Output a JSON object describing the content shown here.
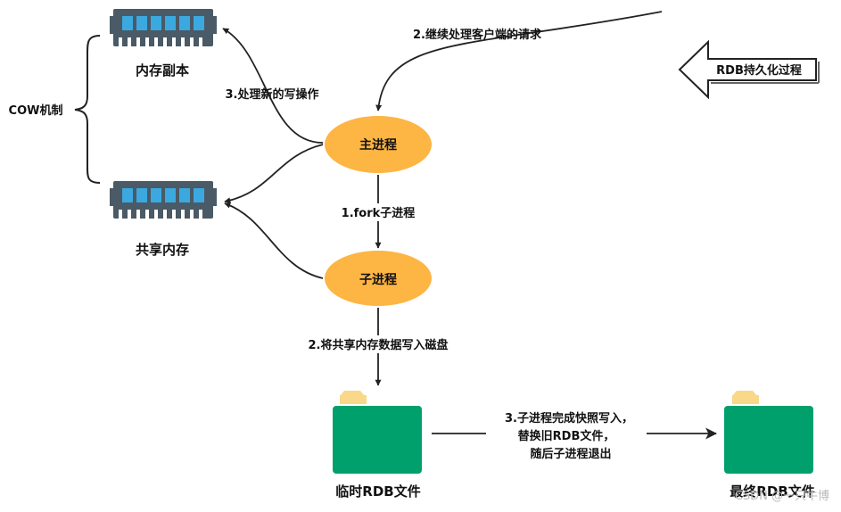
{
  "nodes": {
    "memory_copy": "内存副本",
    "shared_memory": "共享内存",
    "main_process": "主进程",
    "child_process": "子进程",
    "temp_rdb": "临时RDB文件",
    "final_rdb": "最终RDB文件"
  },
  "labels": {
    "cow": "COW机制",
    "rdb_persist": "RDB持久化过程",
    "continue_requests": "2.继续处理客户端的请求",
    "new_writes": "3.处理新的写操作",
    "fork": "1.fork子进程",
    "write_disk": "2.将共享内存数据写入磁盘",
    "finish_line1": "3.子进程完成快照写入，",
    "finish_line2": "替换旧RDB文件，",
    "finish_line3": "随后子进程退出"
  },
  "watermark": "CSDN @一只牛博",
  "colors": {
    "process_fill": "#FDB543",
    "folder_green": "#00A06D",
    "folder_tab": "#F9D889",
    "chip_body": "#4A5A66",
    "chip_cell": "#3BA9E0",
    "line": "#222222"
  },
  "icons": [
    "memory-chip-icon",
    "folder-icon",
    "hollow-arrow-icon"
  ]
}
